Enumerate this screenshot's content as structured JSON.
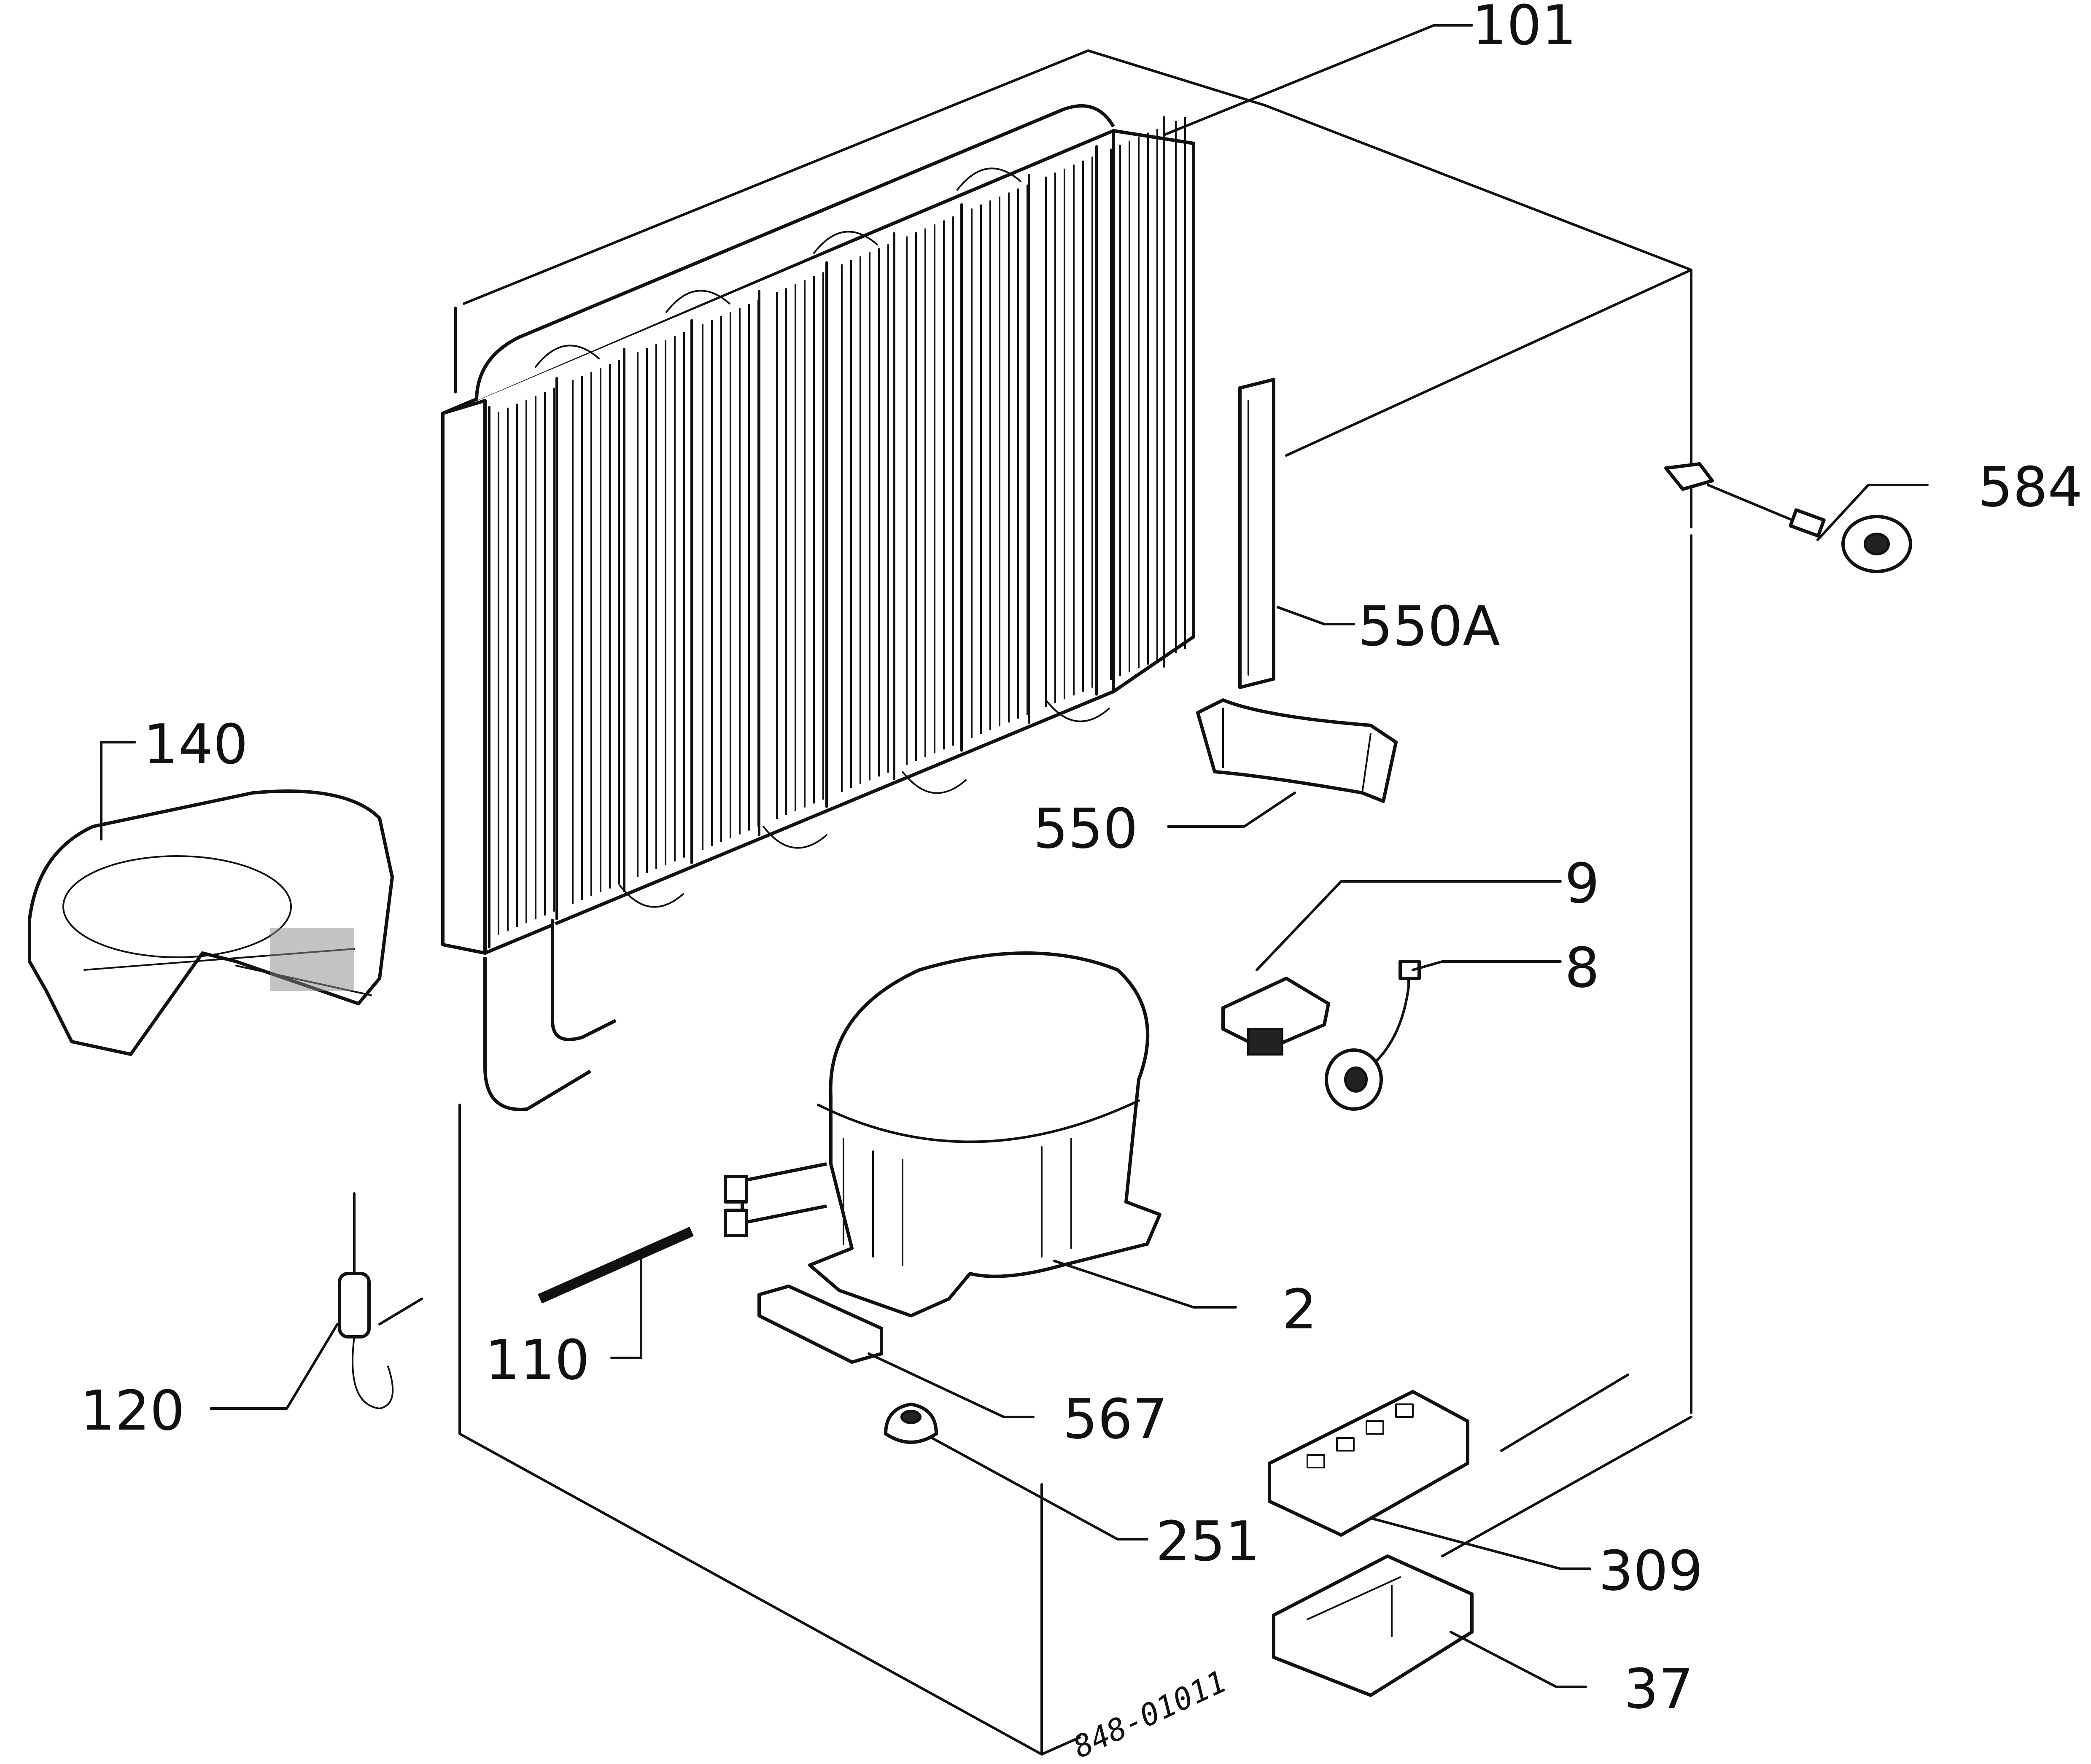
{
  "callouts": [
    {
      "id": "101",
      "text": "101"
    },
    {
      "id": "584",
      "text": "584"
    },
    {
      "id": "550A",
      "text": "550A"
    },
    {
      "id": "140",
      "text": "140"
    },
    {
      "id": "550",
      "text": "550"
    },
    {
      "id": "9",
      "text": "9"
    },
    {
      "id": "8",
      "text": "8"
    },
    {
      "id": "2",
      "text": "2"
    },
    {
      "id": "110",
      "text": "110"
    },
    {
      "id": "120",
      "text": "120"
    },
    {
      "id": "567",
      "text": "567"
    },
    {
      "id": "251",
      "text": "251"
    },
    {
      "id": "309",
      "text": "309"
    },
    {
      "id": "37",
      "text": "37"
    }
  ],
  "drawing_code": "848-01011"
}
